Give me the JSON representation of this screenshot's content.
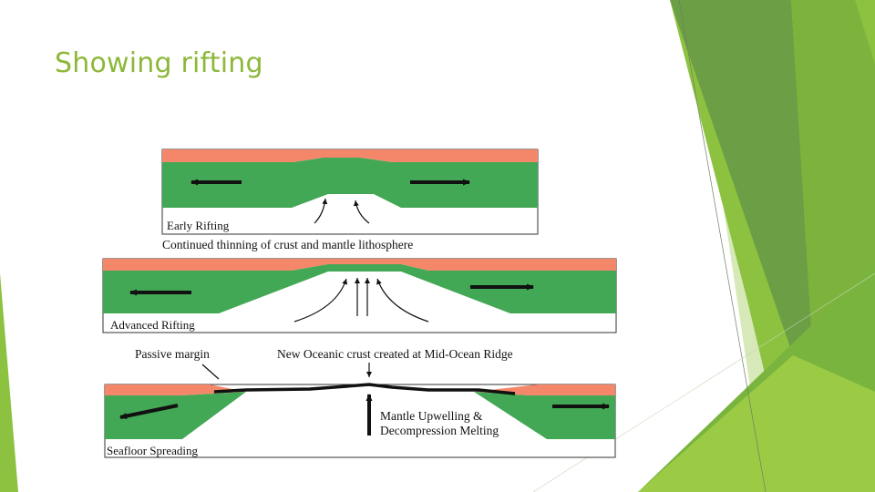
{
  "slide": {
    "title": "Showing rifting"
  },
  "diagram": {
    "panel1_label": "Early Rifting",
    "caption1": "Continued thinning of crust and mantle lithosphere",
    "panel2_label": "Advanced Rifting",
    "passive_margin_label": "Passive margin",
    "ridge_label": "New Oceanic crust created at Mid-Ocean Ridge",
    "upwelling_line1": "Mantle Upwelling &",
    "upwelling_line2": "Decompression Melting",
    "panel3_label": "Seafloor Spreading"
  },
  "colors": {
    "crust": "#F4876A",
    "mantle": "#43A855",
    "title": "#8DB83A",
    "deco_green_light": "#9BC93E",
    "deco_green_dark": "#5E9A3A"
  }
}
